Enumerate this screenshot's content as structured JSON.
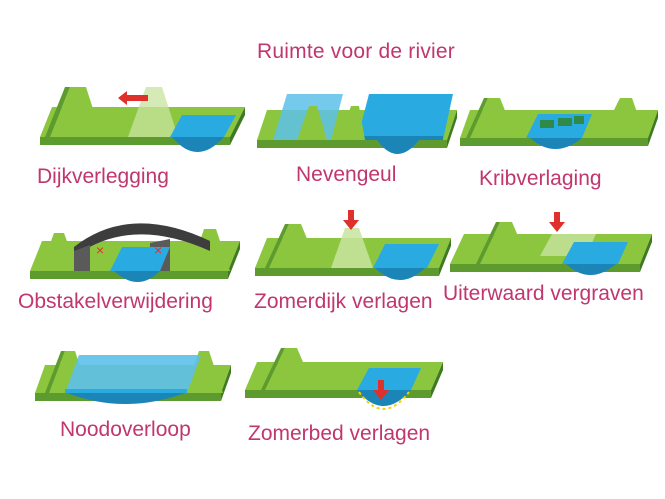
{
  "title": "Ruimte voor de rivier",
  "colors": {
    "grass_top": "#8cc63f",
    "grass_side": "#5d9b2f",
    "grass_dark": "#3f7a22",
    "water_top": "#29abe2",
    "water_side": "#1b85b8",
    "label": "#c0366e",
    "arrow": "#e0302b",
    "bridge": "#3d3d3d"
  },
  "measures": [
    {
      "label": "Dijkverlegging",
      "icon": "dike-relocation-icon"
    },
    {
      "label": "Nevengeul",
      "icon": "side-channel-icon"
    },
    {
      "label": "Kribverlaging",
      "icon": "groyne-lowering-icon"
    },
    {
      "label": "Obstakelverwijdering",
      "icon": "obstacle-removal-icon"
    },
    {
      "label": "Zomerdijk verlagen",
      "icon": "summer-dike-lowering-icon"
    },
    {
      "label": "Uiterwaard vergraven",
      "icon": "floodplain-excavation-icon"
    },
    {
      "label": "Noodoverloop",
      "icon": "emergency-overflow-icon"
    },
    {
      "label": "Zomerbed verlagen",
      "icon": "summer-bed-lowering-icon"
    }
  ]
}
